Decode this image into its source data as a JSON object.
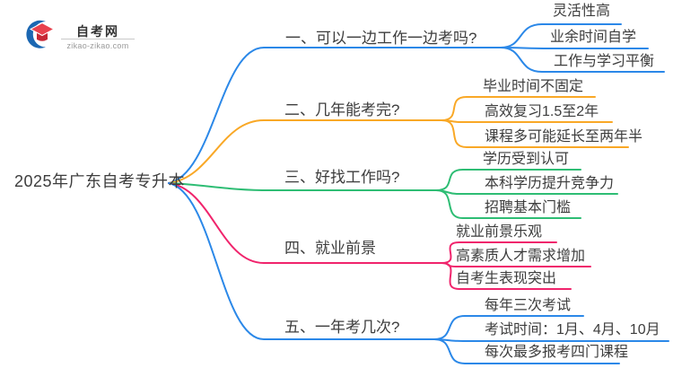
{
  "logo": {
    "title": "自考网",
    "domain": "zikao-zikao.com"
  },
  "root": {
    "label": "2025年广东自考专升本"
  },
  "colors": {
    "blue": "#2b88e8",
    "orange": "#f9a826",
    "green": "#2ebd74",
    "pink": "#f0246c",
    "text": "#3d3d3d",
    "logo_red": "#e8414d",
    "logo_blue": "#1b67b2"
  },
  "branches": [
    {
      "label": "一、可以一边工作一边考吗?",
      "color": "blue",
      "children": [
        "灵活性高",
        "业余时间自学",
        "工作与学习平衡"
      ]
    },
    {
      "label": "二、几年能考完?",
      "color": "orange",
      "children": [
        "毕业时间不固定",
        "高效复习1.5至2年",
        "课程多可能延长至两年半"
      ]
    },
    {
      "label": "三、好找工作吗?",
      "color": "green",
      "children": [
        "学历受到认可",
        "本科学历提升竞争力",
        "招聘基本门槛"
      ]
    },
    {
      "label": "四、就业前景",
      "color": "pink",
      "children": [
        "就业前景乐观",
        "高素质人才需求增加",
        "自考生表现突出"
      ]
    },
    {
      "label": "五、一年考几次?",
      "color": "blue",
      "children": [
        "每年三次考试",
        "考试时间：1月、4月、10月",
        "每次最多报考四门课程"
      ]
    }
  ]
}
